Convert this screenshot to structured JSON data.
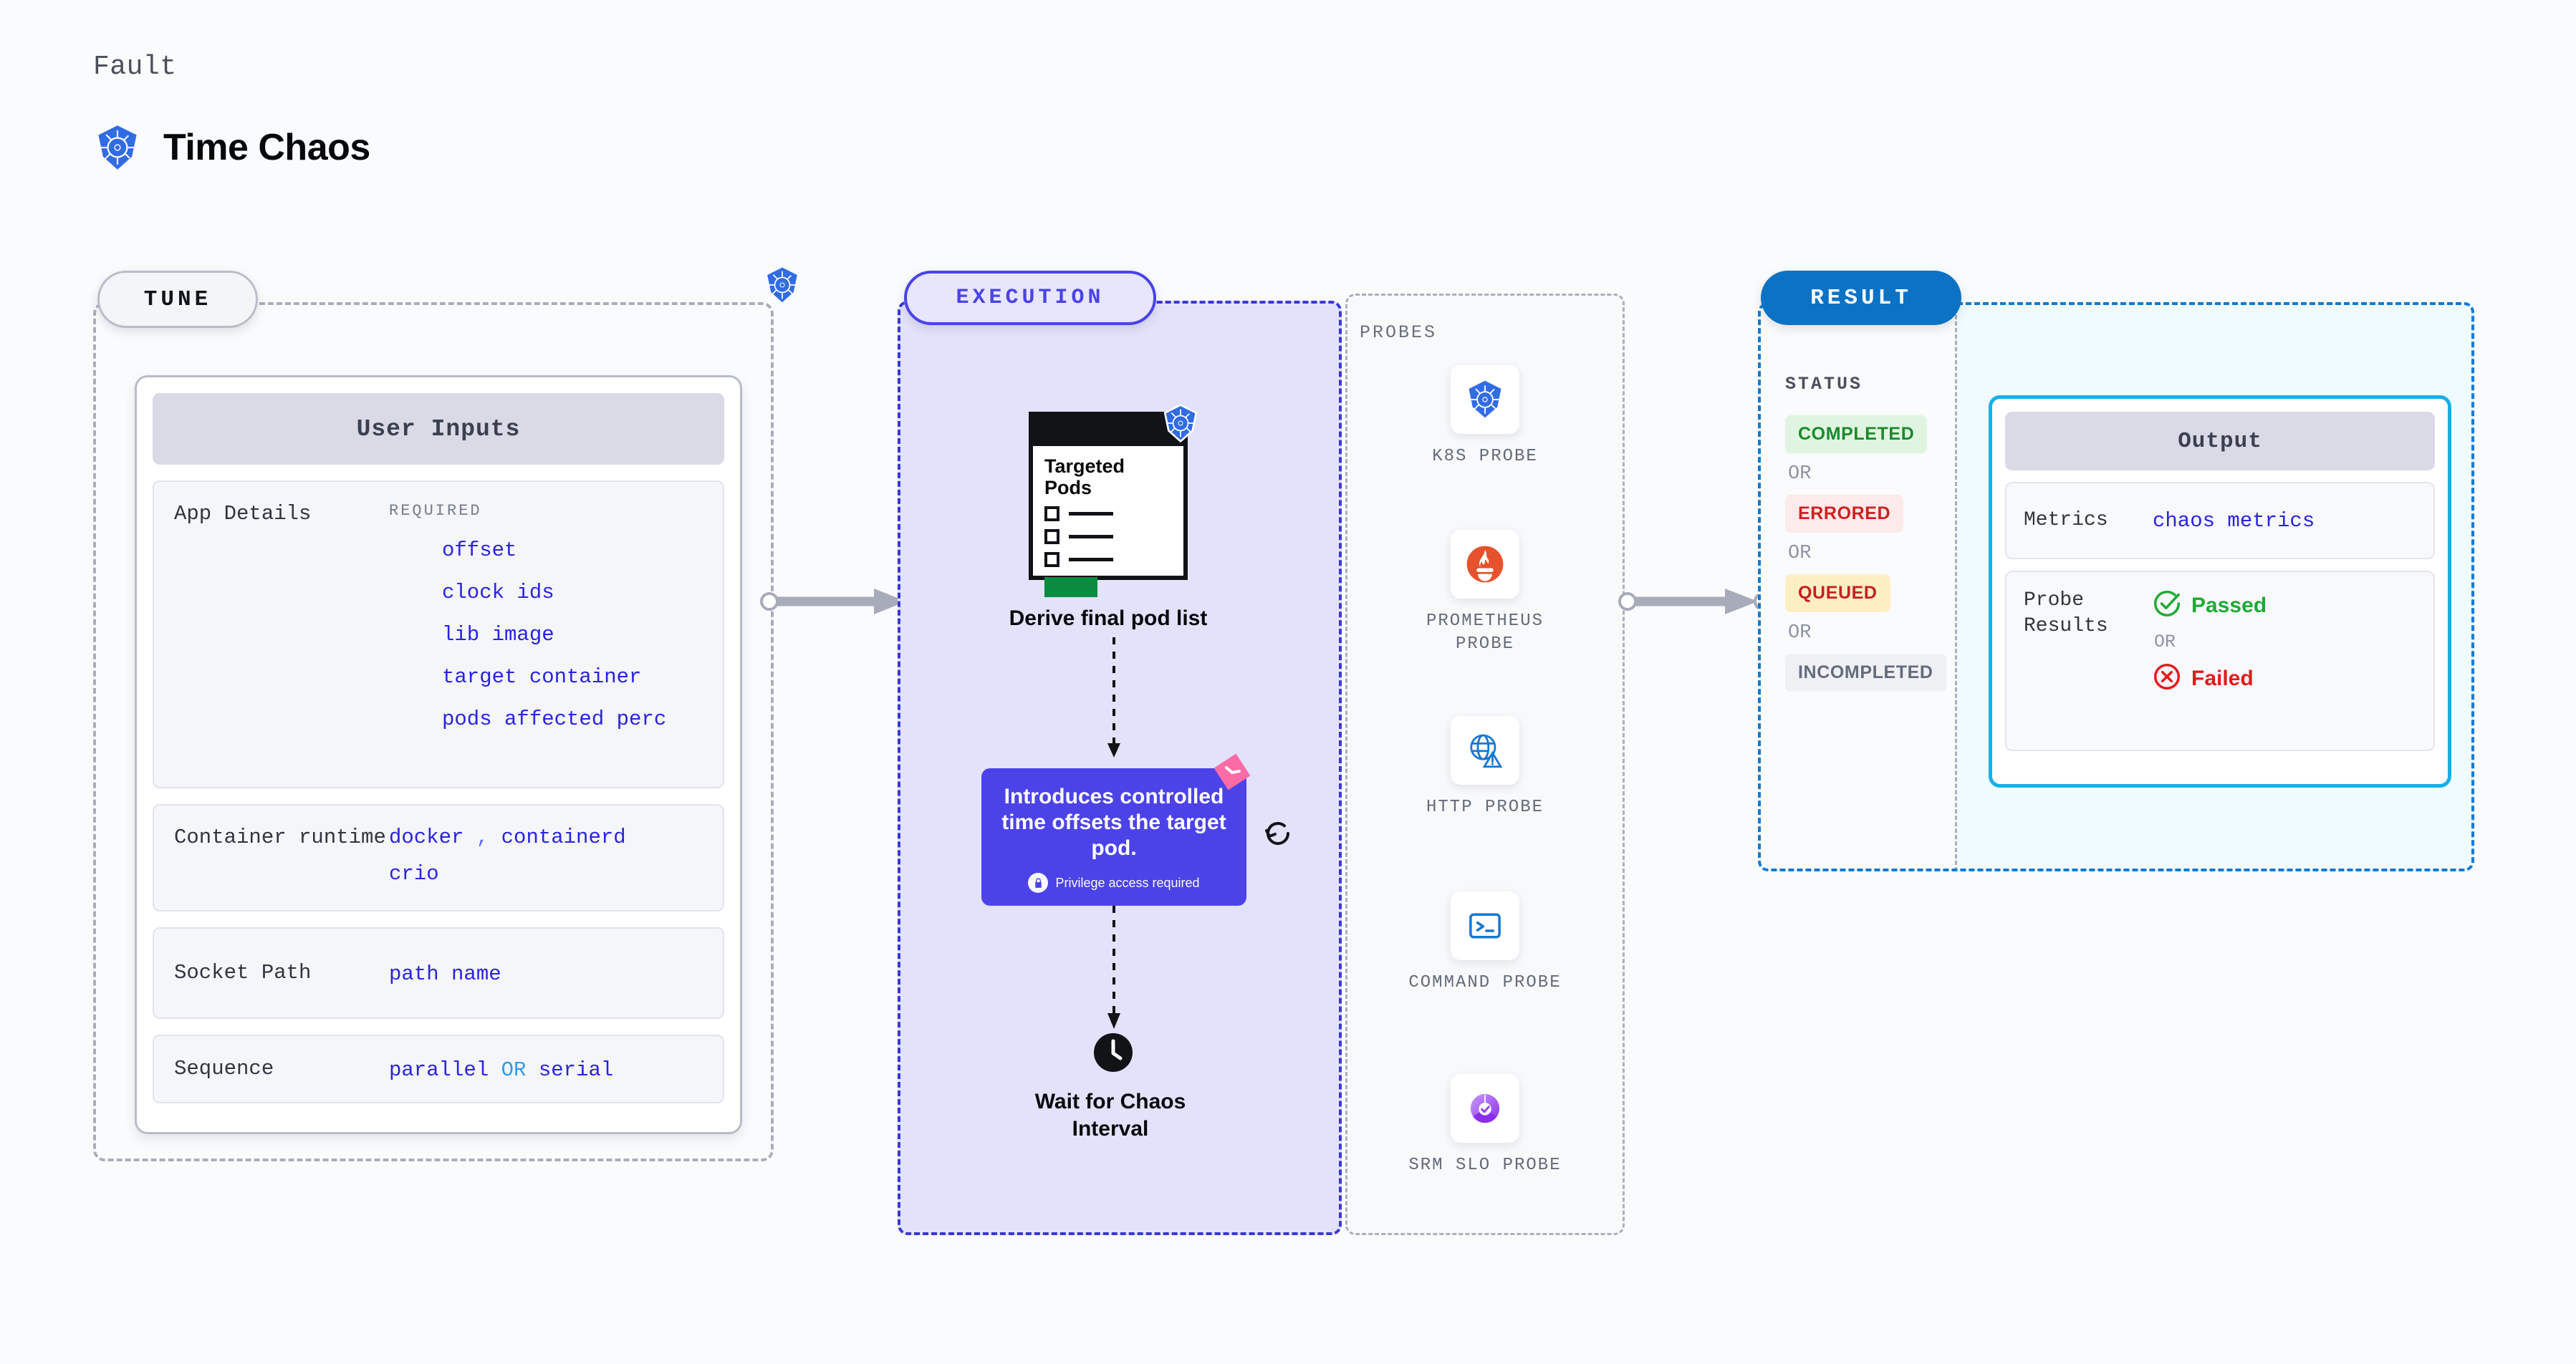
{
  "header": {
    "eyebrow": "Fault",
    "title": "Time Chaos",
    "icon": "kubernetes-icon"
  },
  "tune": {
    "badge": "TUNE",
    "card_title": "User Inputs",
    "rows": [
      {
        "label": "App Details",
        "required_tag": "REQUIRED",
        "values": [
          "offset",
          "clock ids",
          "lib image",
          "target container",
          "pods affected perc"
        ]
      },
      {
        "label": "Container runtime",
        "values": [
          "docker , containerd",
          "crio"
        ],
        "separator": ","
      },
      {
        "label": "Socket Path",
        "values": [
          "path name"
        ]
      },
      {
        "label": "Sequence",
        "values": [
          "parallel OR serial"
        ],
        "or_keyword": "OR"
      }
    ]
  },
  "execution": {
    "badge": "EXECUTION",
    "pods_card": {
      "title": "Targeted Pods",
      "icon": "kubernetes-icon",
      "checkbox_count": 3
    },
    "derive_caption": "Derive final pod list",
    "callout": {
      "text": "Introduces controlled time offsets the target pod.",
      "privilege_note": "Privilege access required",
      "privilege_icon": "lock-icon",
      "ribbon_icon": "clock-ribbon-icon",
      "refresh_icon": "refresh-icon"
    },
    "wait_icon": "clock-icon",
    "wait_caption": "Wait for Chaos Interval"
  },
  "probes": {
    "heading": "PROBES",
    "items": [
      {
        "label": "K8S PROBE",
        "icon": "kubernetes-icon"
      },
      {
        "label": "PROMETHEUS PROBE",
        "icon": "prometheus-icon"
      },
      {
        "label": "HTTP PROBE",
        "icon": "globe-warning-icon"
      },
      {
        "label": "COMMAND PROBE",
        "icon": "terminal-icon"
      },
      {
        "label": "SRM SLO PROBE",
        "icon": "srm-slo-icon"
      }
    ]
  },
  "result": {
    "badge": "RESULT",
    "status_heading": "STATUS",
    "or_label": "OR",
    "statuses": [
      {
        "label": "COMPLETED",
        "color": "#1b8a2b",
        "bg": "#dff5e1"
      },
      {
        "label": "ERRORED",
        "color": "#cf2020",
        "bg": "#fdeaea"
      },
      {
        "label": "QUEUED",
        "color": "#c42020",
        "bg": "#fdeec4"
      },
      {
        "label": "INCOMPLETED",
        "color": "#646b7c",
        "bg": "#eff0f4"
      }
    ],
    "output": {
      "title": "Output",
      "metrics_label": "Metrics",
      "metrics_value": "chaos metrics",
      "probe_results_label": "Probe Results",
      "passed_label": "Passed",
      "failed_label": "Failed",
      "or_label": "OR",
      "passed_icon": "check-circle-icon",
      "failed_icon": "x-circle-icon"
    }
  },
  "colors": {
    "tune_border": "#a9aebb",
    "execution_border": "#3a37d6",
    "execution_fill": "#e3e2fb",
    "result_border": "#0d7ad3",
    "result_badge": "#0b72c4",
    "output_border": "#14b0e8",
    "output_fill": "#effbfe",
    "accent_value": "#2a23e0",
    "callout_bg": "#4b43e8",
    "ribbon": "#fb6ba6"
  }
}
